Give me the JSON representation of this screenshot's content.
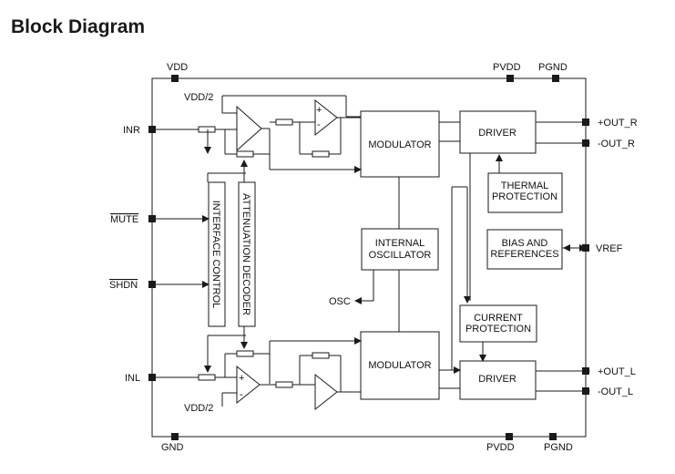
{
  "title": "Block Diagram",
  "pins": {
    "vdd": "VDD",
    "pvdd_top": "PVDD",
    "pgnd_top": "PGND",
    "inr": "INR",
    "mute": "MUTE",
    "shdn": "SHDN",
    "inl": "INL",
    "gnd": "GND",
    "pvdd_bottom": "PVDD",
    "pgnd_bottom": "PGND",
    "out_r_plus": "+OUT_R",
    "out_r_minus": "-OUT_R",
    "vref": "VREF",
    "out_l_plus": "+OUT_L",
    "out_l_minus": "-OUT_L",
    "osc": "OSC"
  },
  "labels": {
    "vdd2_top": "VDD/2",
    "vdd2_bottom": "VDD/2",
    "plus": "+",
    "minus": "-"
  },
  "blocks": {
    "modulator_top": "MODULATOR",
    "modulator_bottom": "MODULATOR",
    "driver_top": "DRIVER",
    "driver_bottom": "DRIVER",
    "thermal_line1": "THERMAL",
    "thermal_line2": "PROTECTION",
    "bias_line1": "BIAS AND",
    "bias_line2": "REFERENCES",
    "osc_line1": "INTERNAL",
    "osc_line2": "OSCILLATOR",
    "current_line1": "CURRENT",
    "current_line2": "PROTECTION",
    "interface_control": "INTERFACE CONTROL",
    "attenuation_decoder": "ATTENUATION DECODER"
  },
  "colors": {
    "line": "#1a1a1a",
    "background": "#ffffff"
  }
}
